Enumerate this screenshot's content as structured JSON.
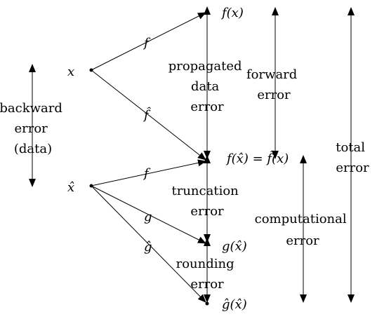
{
  "colors": {
    "ink": "#000000",
    "background": "#ffffff"
  },
  "labels": {
    "x": "x",
    "xhat": "x̂",
    "fx": "f(x)",
    "fxhat_eq": "f(x̂) = f̂(x)",
    "gxhat": "g(x̂)",
    "ghatxhat": "ĝ(x̂)",
    "f_top": "f",
    "fhat": "f̂",
    "f_mid": "f",
    "g": "g",
    "ghat": "ĝ"
  },
  "annotations": {
    "backward_error": [
      "backward",
      "error",
      "(data)"
    ],
    "propagated_data_error": [
      "propagated",
      "data",
      "error"
    ],
    "forward_error": [
      "forward",
      "error"
    ],
    "total_error": [
      "total",
      "error"
    ],
    "truncation_error": [
      "truncation",
      "error"
    ],
    "computational_error": [
      "computational",
      "error"
    ],
    "rounding_error": [
      "rounding",
      "error"
    ]
  }
}
